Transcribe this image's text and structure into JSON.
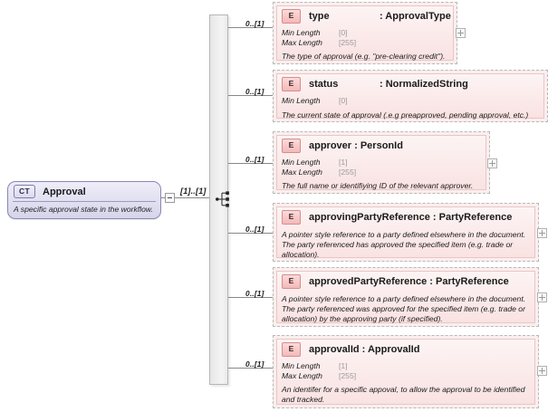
{
  "diagram": {
    "type": "xsd-schema-element-diagram",
    "complex_type": {
      "badge": "CT",
      "name": "Approval",
      "description": "A specific approval state in the workflow.",
      "cardinality": "[1]..[1]",
      "collapse_icon": "minus-icon"
    },
    "compositor": {
      "icon": "sequence-icon"
    },
    "elements": [
      {
        "badge": "E",
        "name": "type",
        "type": ": ApprovalType",
        "occurrence": "0..[1]",
        "properties": [
          {
            "key": "Min Length",
            "value": "[0]"
          },
          {
            "key": "Max Length",
            "value": "[255]"
          }
        ],
        "description": "The type of approval (e.g. \"pre-clearing credit\").",
        "expander": "plus-icon"
      },
      {
        "badge": "E",
        "name": "status",
        "type": ": NormalizedString",
        "occurrence": "0..[1]",
        "properties": [
          {
            "key": "Min Length",
            "value": "[0]"
          }
        ],
        "description": "The current state of approval (.e.g preapproved, pending approval, etc.)",
        "expander": null
      },
      {
        "badge": "E",
        "name": "approver : PersonId",
        "type": "",
        "occurrence": "0..[1]",
        "properties": [
          {
            "key": "Min Length",
            "value": "[1]"
          },
          {
            "key": "Max Length",
            "value": "[255]"
          }
        ],
        "description": "The full name or identifiying ID of the relevant approver.",
        "expander": "plus-icon"
      },
      {
        "badge": "E",
        "name": "approvingPartyReference : PartyReference",
        "type": "",
        "occurrence": "0..[1]",
        "properties": [],
        "description": "A pointer style reference to a party defined elsewhere in the document. The party referenced has approved the specified item (e.g. trade or allocation).",
        "expander": "plus-icon"
      },
      {
        "badge": "E",
        "name": "approvedPartyReference : PartyReference",
        "type": "",
        "occurrence": "0..[1]",
        "properties": [],
        "description": "A pointer style reference to a party defined elsewhere in the document. The party referenced was approved for the specified item (e.g. trade or allocation) by the approving party (if specified).",
        "expander": "plus-icon"
      },
      {
        "badge": "E",
        "name": "approvalId : ApprovalId",
        "type": "",
        "occurrence": "0..[1]",
        "properties": [
          {
            "key": "Min Length",
            "value": "[1]"
          },
          {
            "key": "Max Length",
            "value": "[255]"
          }
        ],
        "description": "An identifer for a specific appoval, to allow the approval to be identified and tracked.",
        "expander": "plus-icon"
      }
    ],
    "colors": {
      "element_fill": "#fbeeee",
      "element_border": "#b9b9b9",
      "badge_fill": "#f3b9b9",
      "complextype_fill": "#e2e0f0",
      "complextype_border": "#8a87b8",
      "wire": "#888888"
    }
  }
}
